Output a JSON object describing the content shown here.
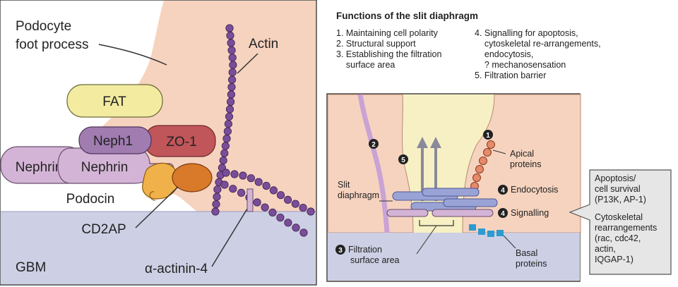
{
  "left_panel": {
    "podocyte_label": [
      "Podocyte",
      "foot process"
    ],
    "actin_label": "Actin",
    "fat_label": "FAT",
    "neph1_label": "Neph1",
    "zo1_label": "ZO-1",
    "nephrin_outer_label": "Nephrin",
    "nephrin_inner_label": "Nephrin",
    "podocin_label": "Podocin",
    "cd2ap_label": "CD2AP",
    "gbm_label": "GBM",
    "actinin_label": "α-actinin-4"
  },
  "right_panel": {
    "title": "Functions of the slit diaphragm",
    "functions_col1": [
      "1. Maintaining cell polarity",
      "2. Structural support",
      "3. Establishing the filtration",
      "    surface area"
    ],
    "functions_col2": [
      "4. Signalling for apoptosis,",
      "    cytoskeletal re-arrangements,",
      "    endocytosis,",
      "    ? mechanosensation",
      "5. Filtration barrier"
    ],
    "markers": {
      "m1": "1",
      "m2": "2",
      "m3": "3",
      "m4a": "4",
      "m4b": "4",
      "m5": "5"
    },
    "apical_label": [
      "Apical",
      "proteins"
    ],
    "endocytosis_label": "Endocytosis",
    "signalling_label": "Signalling",
    "slit_label": [
      "Slit",
      "diaphragm"
    ],
    "filtration_label": [
      "Filtration",
      "surface area"
    ],
    "basal_label": [
      "Basal",
      "proteins"
    ],
    "callout_top": [
      "Apoptosis/",
      "cell survival",
      "(P13K, AP-1)"
    ],
    "callout_bottom": [
      "Cytoskeletal",
      "rearrangements",
      "(rac, cdc42,",
      "actin,",
      "IQGAP-1)"
    ]
  },
  "colors": {
    "podocyte": "#f6d3bf",
    "gbm": "#cdd0e4",
    "fat": "#f2eba0",
    "neph1": "#a07cb0",
    "zo1": "#c0555a",
    "nephrin": "#d4b4d6",
    "podocin": "#f0b14a",
    "cd2ap": "#d97a2a",
    "actin": "#7a4d99",
    "slit_space": "#f7f0c4",
    "callout_bg": "#e6e6e6"
  }
}
